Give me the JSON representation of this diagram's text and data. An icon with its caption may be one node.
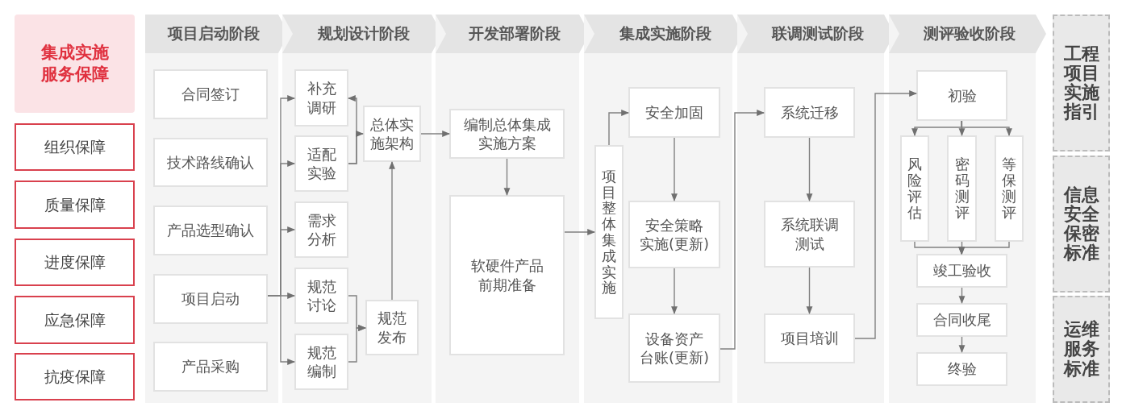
{
  "diagram": {
    "nodes": [
      {
        "text": [
          "集成实施服务保障"
        ]
      },
      {
        "text": [
          "组织保障"
        ]
      },
      {
        "text": [
          "质量保障"
        ]
      },
      {
        "text": [
          "进度保障"
        ]
      },
      {
        "text": [
          "应急保障"
        ]
      },
      {
        "text": [
          "抗疫保障"
        ]
      },
      {
        "text": [
          "项目启动阶段"
        ]
      },
      {
        "text": [
          "合同签订"
        ],
        "in": 6
      },
      {
        "text": [
          "技术路线确认"
        ],
        "in": 6
      },
      {
        "text": [
          "产品选型确认"
        ],
        "in": 6
      },
      {
        "text": [
          "项目启动"
        ],
        "in": 6
      },
      {
        "text": [
          "产品采购"
        ],
        "in": 6
      },
      {
        "text": [
          "规划设计阶段"
        ]
      },
      {
        "text": [
          "补充调研"
        ],
        "in": 12
      },
      {
        "text": [
          "适配实验"
        ],
        "in": 12
      },
      {
        "text": [
          "需求分析"
        ],
        "in": 12
      },
      {
        "text": [
          "规范讨论"
        ],
        "in": 12
      },
      {
        "text": [
          "规范编制"
        ],
        "in": 12
      },
      {
        "text": [
          "总体实施架构"
        ],
        "in": 12
      },
      {
        "text": [
          "规范发布"
        ],
        "in": 12
      },
      {
        "text": [
          "开发部署阶段"
        ]
      },
      {
        "text": [
          "编制总体集成实施方案"
        ],
        "in": 20
      },
      {
        "text": [
          "软硬件产品前期准备"
        ],
        "in": 20
      },
      {
        "text": [
          "集成实施阶段"
        ]
      },
      {
        "text": [
          "项目整体集成实施"
        ],
        "in": 23
      },
      {
        "text": [
          "安全加固"
        ],
        "in": 23
      },
      {
        "text": [
          "安全策略实施(更新)"
        ],
        "in": 23
      },
      {
        "text": [
          "设备资产台账(更新)"
        ],
        "in": 23
      },
      {
        "text": [
          "联调测试阶段"
        ]
      },
      {
        "text": [
          "系统迁移"
        ],
        "in": 28
      },
      {
        "text": [
          "系统联调测试"
        ],
        "in": 28
      },
      {
        "text": [
          "项目培训"
        ],
        "in": 28
      },
      {
        "text": [
          "测评验收阶段"
        ]
      },
      {
        "text": [
          "初验"
        ],
        "in": 32
      },
      {
        "text": [
          "风险评估"
        ],
        "in": 32
      },
      {
        "text": [
          "密码测评"
        ],
        "in": 32
      },
      {
        "text": [
          "等保测评"
        ],
        "in": 32
      },
      {
        "text": [
          "竣工验收"
        ],
        "in": 32
      },
      {
        "text": [
          "合同收尾"
        ],
        "in": 32
      },
      {
        "text": [
          "终验"
        ],
        "in": 32
      },
      {
        "text": [
          "工程项目实施指引"
        ]
      },
      {
        "text": [
          "信息安全保密标准"
        ]
      },
      {
        "text": [
          "运维服务标准"
        ]
      }
    ],
    "edges": [
      {
        "from": 10,
        "to": 13,
        "arrow": "to"
      },
      {
        "from": 10,
        "to": 14,
        "arrow": "to"
      },
      {
        "from": 10,
        "to": 15,
        "arrow": "to"
      },
      {
        "from": 10,
        "to": 16,
        "arrow": "to"
      },
      {
        "from": 10,
        "to": 17,
        "arrow": "to"
      },
      {
        "from": 14,
        "to": 13,
        "arrow": "to"
      },
      {
        "from": 14,
        "to": 18,
        "arrow": "to"
      },
      {
        "from": 16,
        "to": 19,
        "arrow": "to"
      },
      {
        "from": 17,
        "to": 19,
        "arrow": "to"
      },
      {
        "from": 19,
        "to": 18,
        "arrow": "to"
      },
      {
        "from": 18,
        "to": 21,
        "arrow": "to"
      },
      {
        "from": 21,
        "to": 22,
        "arrow": "to"
      },
      {
        "from": 22,
        "to": 24,
        "arrow": "to"
      },
      {
        "from": 24,
        "to": 25,
        "arrow": "to"
      },
      {
        "from": 25,
        "to": 26,
        "arrow": "to"
      },
      {
        "from": 26,
        "to": 27,
        "arrow": "to"
      },
      {
        "from": 27,
        "to": 29,
        "arrow": "to"
      },
      {
        "from": 29,
        "to": 30,
        "arrow": "to"
      },
      {
        "from": 30,
        "to": 31,
        "arrow": "to"
      },
      {
        "from": 31,
        "to": 33,
        "arrow": "to"
      },
      {
        "from": 33,
        "to": 34,
        "arrow": "to"
      },
      {
        "from": 33,
        "to": 35,
        "arrow": "to"
      },
      {
        "from": 33,
        "to": 36,
        "arrow": "to"
      },
      {
        "from": 34,
        "to": 37,
        "arrow": "to"
      },
      {
        "from": 35,
        "to": 37,
        "arrow": "to"
      },
      {
        "from": 36,
        "to": 37,
        "arrow": "to"
      },
      {
        "from": 37,
        "to": 38,
        "arrow": "to"
      },
      {
        "from": 38,
        "to": 39,
        "arrow": "to"
      }
    ]
  }
}
